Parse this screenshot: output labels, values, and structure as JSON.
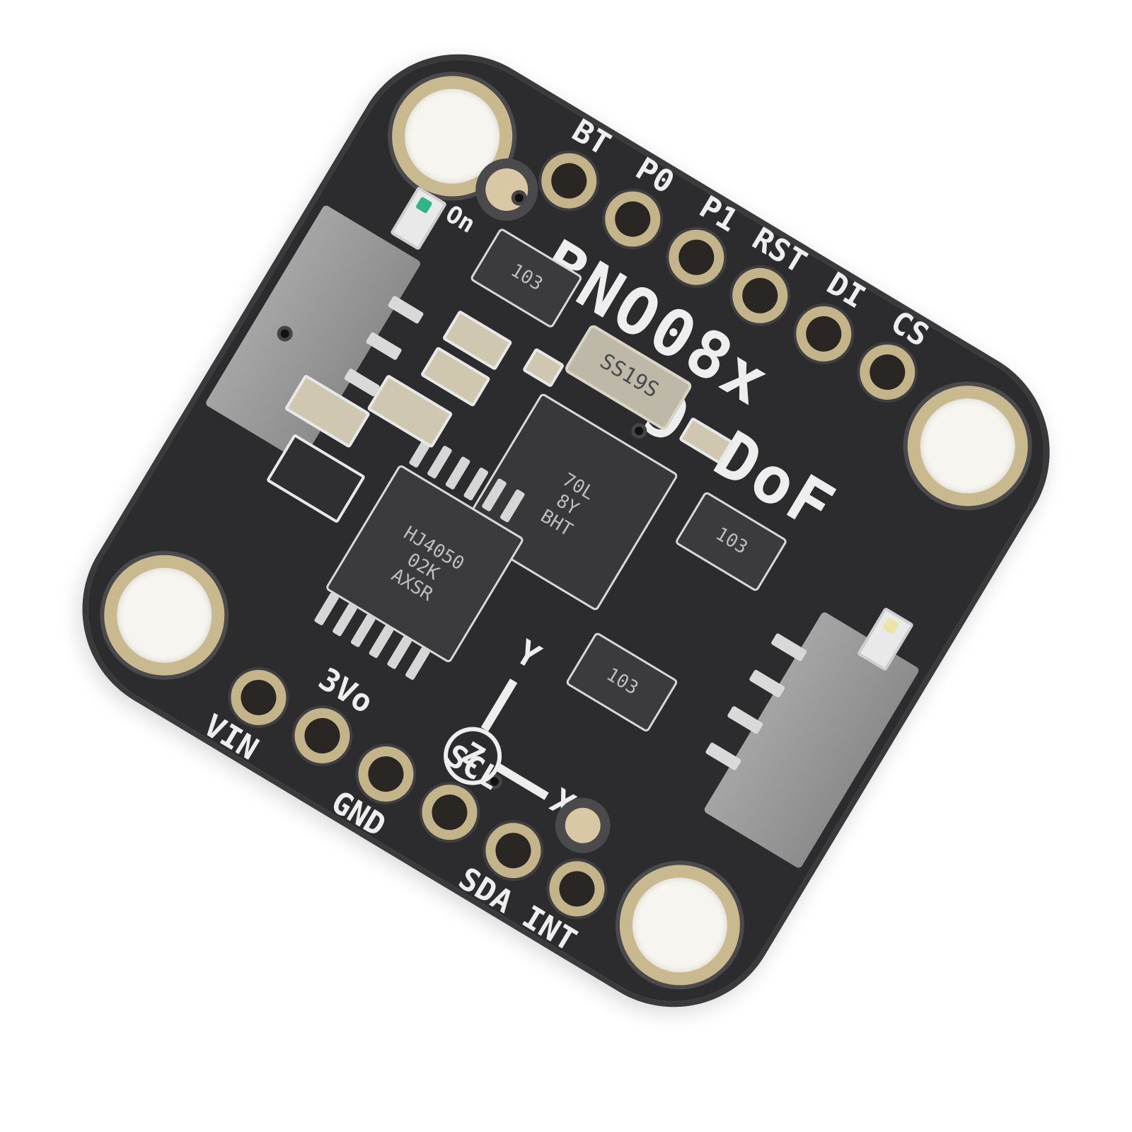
{
  "board": {
    "title_line1": "BNO08x",
    "title_line2": "9-DoF",
    "pcb_color": "#2c2c2e",
    "pad_color": "#c4b48a",
    "silkscreen_color": "#eeeeee"
  },
  "top_header": {
    "pins": [
      "BT",
      "P0",
      "P1",
      "RST",
      "DI",
      "CS"
    ]
  },
  "bottom_header": {
    "pins": [
      "VIN",
      "3Vo",
      "GND",
      "SCL",
      "SDA",
      "INT"
    ]
  },
  "led_label": "On",
  "components": {
    "main_sensor_chip": {
      "marking": [
        "70L",
        "8Y",
        "BHT"
      ]
    },
    "regulator_chip": {
      "marking": [
        "HJ4050",
        "02K",
        "AXSR"
      ]
    },
    "crystal": {
      "marking": "SS19S"
    },
    "resistor_array_1": {
      "marking": "103"
    },
    "resistor_array_2": {
      "marking": "103"
    },
    "resistor_array_3": {
      "marking": "103"
    }
  },
  "axes": {
    "z": "Z",
    "x": "X",
    "y": "Y"
  }
}
